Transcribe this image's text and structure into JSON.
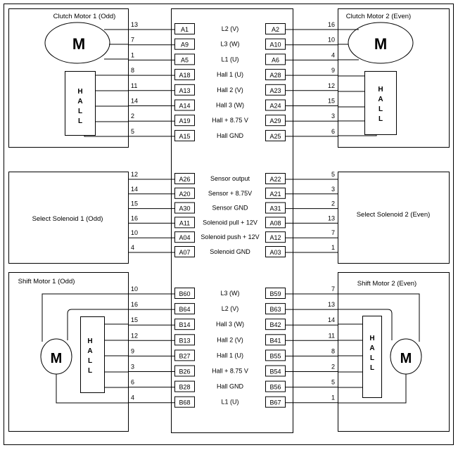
{
  "sections": [
    {
      "id": "clutch",
      "left_title": "Clutch Motor 1 (Odd)",
      "right_title": "Clutch Motor 2 (Even)",
      "left_motor_letter": "M",
      "right_motor_letter": "M",
      "left_hall": [
        "H",
        "A",
        "L",
        "L"
      ],
      "right_hall": [
        "H",
        "A",
        "L",
        "L"
      ],
      "rows": [
        {
          "left_pin": "13",
          "left_term": "A1",
          "signal": "L2 (V)",
          "right_term": "A2",
          "right_pin": "16"
        },
        {
          "left_pin": "7",
          "left_term": "A9",
          "signal": "L3 (W)",
          "right_term": "A10",
          "right_pin": "10"
        },
        {
          "left_pin": "1",
          "left_term": "A5",
          "signal": "L1 (U)",
          "right_term": "A6",
          "right_pin": "4"
        },
        {
          "left_pin": "8",
          "left_term": "A18",
          "signal": "Hall 1 (U)",
          "right_term": "A28",
          "right_pin": "9"
        },
        {
          "left_pin": "11",
          "left_term": "A13",
          "signal": "Hall 2 (V)",
          "right_term": "A23",
          "right_pin": "12"
        },
        {
          "left_pin": "14",
          "left_term": "A14",
          "signal": "Hall 3 (W)",
          "right_term": "A24",
          "right_pin": "15"
        },
        {
          "left_pin": "2",
          "left_term": "A19",
          "signal": "Hall  + 8.75 V",
          "right_term": "A29",
          "right_pin": "3"
        },
        {
          "left_pin": "5",
          "left_term": "A15",
          "signal": "Hall  GND",
          "right_term": "A25",
          "right_pin": "6"
        }
      ]
    },
    {
      "id": "select",
      "left_title": "Select  Solenoid 1 (Odd)",
      "right_title": "Select  Solenoid 2 (Even)",
      "rows": [
        {
          "left_pin": "12",
          "left_term": "A26",
          "signal": "Sensor output",
          "right_term": "A22",
          "right_pin": "5"
        },
        {
          "left_pin": "14",
          "left_term": "A20",
          "signal": "Sensor + 8.75V",
          "right_term": "A21",
          "right_pin": "3"
        },
        {
          "left_pin": "15",
          "left_term": "A30",
          "signal": "Sensor GND",
          "right_term": "A31",
          "right_pin": "2"
        },
        {
          "left_pin": "16",
          "left_term": "A11",
          "signal": "Solenoid pull + 12V",
          "right_term": "A08",
          "right_pin": "13"
        },
        {
          "left_pin": "10",
          "left_term": "A04",
          "signal": "Solenoid push + 12V",
          "right_term": "A12",
          "right_pin": "7"
        },
        {
          "left_pin": "4",
          "left_term": "A07",
          "signal": "Solenoid GND",
          "right_term": "A03",
          "right_pin": "1"
        }
      ]
    },
    {
      "id": "shift",
      "left_title": "Shift Motor 1 (Odd)",
      "right_title": "Shift Motor 2 (Even)",
      "left_motor_letter": "M",
      "right_motor_letter": "M",
      "left_hall": [
        "H",
        "A",
        "L",
        "L"
      ],
      "right_hall": [
        "H",
        "A",
        "L",
        "L"
      ],
      "rows": [
        {
          "left_pin": "10",
          "left_term": "B60",
          "signal": "L3 (W)",
          "right_term": "B59",
          "right_pin": "7"
        },
        {
          "left_pin": "16",
          "left_term": "B64",
          "signal": "L2 (V)",
          "right_term": "B63",
          "right_pin": "13"
        },
        {
          "left_pin": "15",
          "left_term": "B14",
          "signal": "Hall 3 (W)",
          "right_term": "B42",
          "right_pin": "14"
        },
        {
          "left_pin": "12",
          "left_term": "B13",
          "signal": "Hall 2 (V)",
          "right_term": "B41",
          "right_pin": "11"
        },
        {
          "left_pin": "9",
          "left_term": "B27",
          "signal": "Hall 1 (U)",
          "right_term": "B55",
          "right_pin": "8"
        },
        {
          "left_pin": "3",
          "left_term": "B26",
          "signal": "Hall  + 8.75 V",
          "right_term": "B54",
          "right_pin": "2"
        },
        {
          "left_pin": "6",
          "left_term": "B28",
          "signal": "Hall  GND",
          "right_term": "B56",
          "right_pin": "5"
        },
        {
          "left_pin": "4",
          "left_term": "B68",
          "signal": "L1 (U)",
          "right_term": "B67",
          "right_pin": "1"
        }
      ]
    }
  ]
}
